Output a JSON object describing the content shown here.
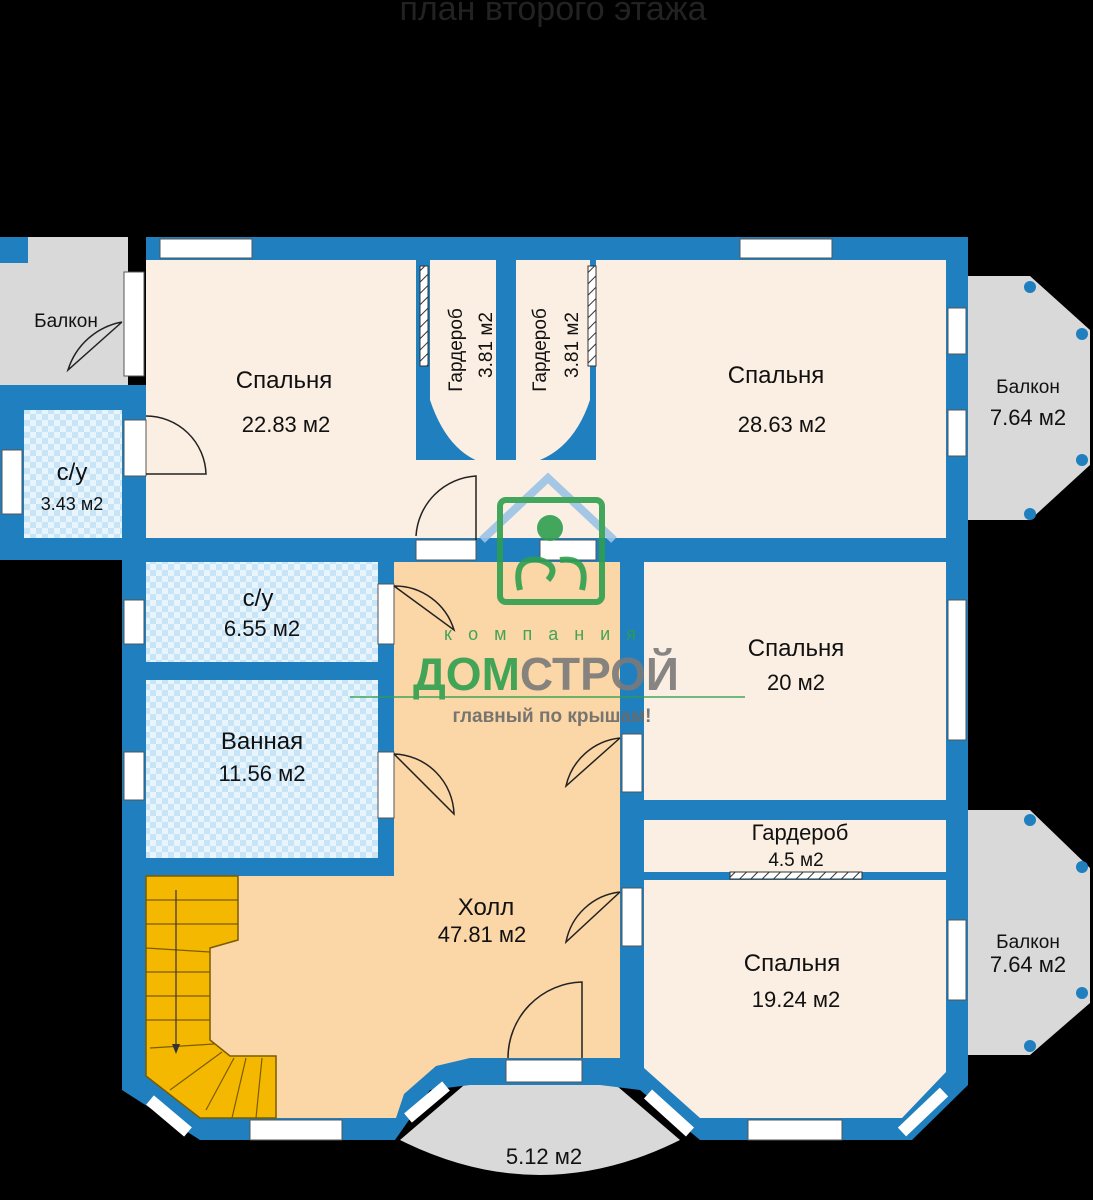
{
  "header": {
    "title": "план второго этажа"
  },
  "colors": {
    "background": "#000000",
    "wall": "#1f7fbf",
    "bedroom_floor": "#fbeee2",
    "hall_floor": "#fbd6a6",
    "wet_floor": "#dff0fb",
    "balcony_floor": "#d9d9d9",
    "stair": "#f5b800",
    "window": "#ffffff",
    "logo_green": "#2e9f4e"
  },
  "rooms": {
    "bedroom_nw": {
      "name": "Спальня",
      "area": "22.83 м2"
    },
    "bedroom_ne": {
      "name": "Спальня",
      "area": "28.63 м2"
    },
    "wardrobe_left": {
      "name": "Гардероб",
      "area": "3.81 м2"
    },
    "wardrobe_right": {
      "name": "Гардероб",
      "area": "3.81 м2"
    },
    "balcony_nw": {
      "name": "Балкон"
    },
    "balcony_east_top": {
      "name": "Балкон",
      "area": "7.64 м2"
    },
    "balcony_east_bottom": {
      "name": "Балкон",
      "area": "7.64 м2"
    },
    "wc_small": {
      "name": "с/у",
      "area": "3.43 м2"
    },
    "wc_mid": {
      "name": "с/у",
      "area": "6.55 м2"
    },
    "bathroom": {
      "name": "Ванная",
      "area": "11.56 м2"
    },
    "bedroom_e": {
      "name": "Спальня",
      "area": "20 м2"
    },
    "wardrobe_e": {
      "name": "Гардероб",
      "area": "4.5 м2"
    },
    "bedroom_se": {
      "name": "Спальня",
      "area": "19.24 м2"
    },
    "hall": {
      "name": "Холл",
      "area": "47.81 м2"
    },
    "bay_balcony": {
      "area": "5.12 м2"
    }
  },
  "logo": {
    "top": "компания",
    "brand_a": "ДОМ",
    "brand_b": "СТРОЙ",
    "slogan": "главный по крышам!"
  }
}
